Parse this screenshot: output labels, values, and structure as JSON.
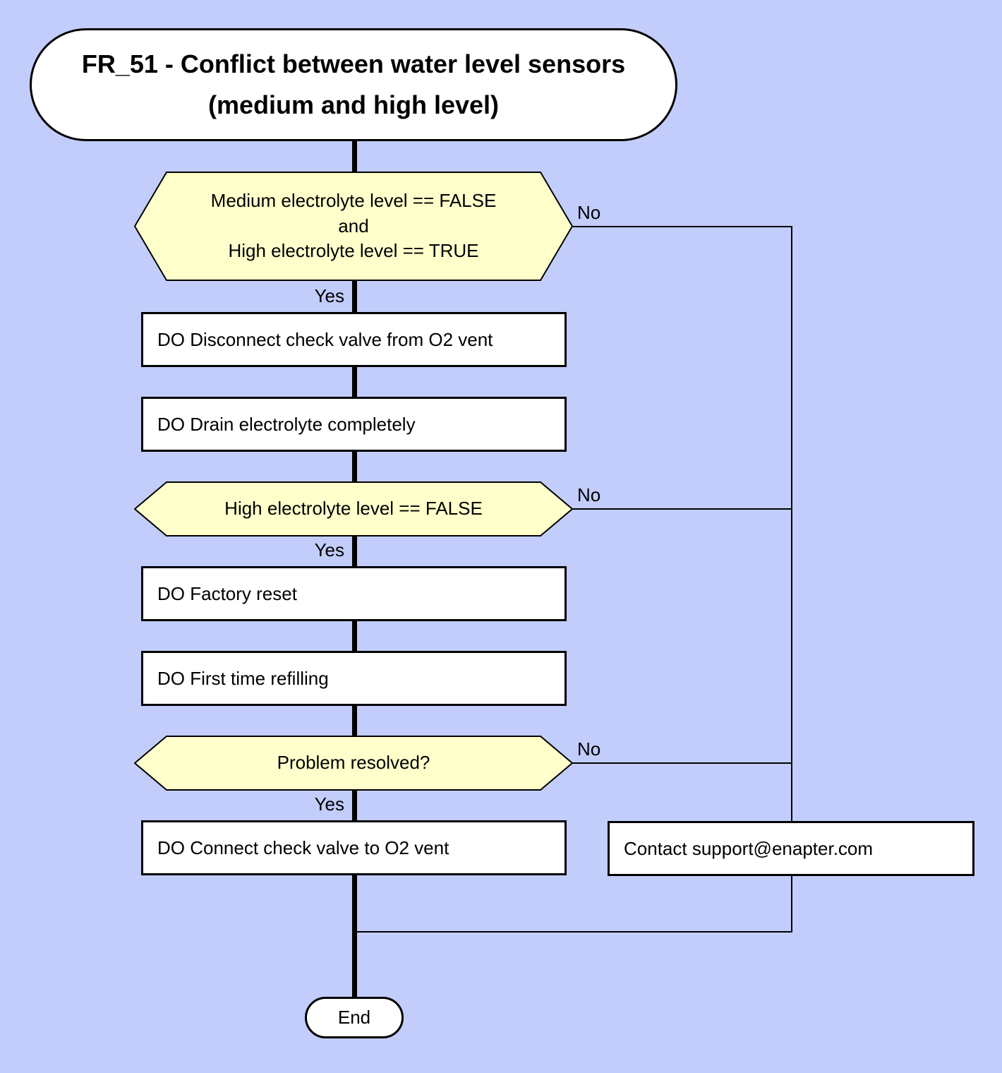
{
  "colors": {
    "background": "#c2cdfb",
    "decision_fill": "#ffffcc",
    "process_fill": "#ffffff",
    "line": "#000000",
    "text": "#000000"
  },
  "title": {
    "text": "FR_51 - Conflict between water level sensors (medium and high level)"
  },
  "decisions": [
    {
      "text": "Medium electrolyte level == FALSE\nand\nHigh electrolyte level == TRUE",
      "yes_label": "Yes",
      "no_label": "No"
    },
    {
      "text": "High electrolyte level == FALSE",
      "yes_label": "Yes",
      "no_label": "No"
    },
    {
      "text": "Problem resolved?",
      "yes_label": "Yes",
      "no_label": "No"
    }
  ],
  "processes": [
    {
      "text": "DO Disconnect check valve from O2 vent"
    },
    {
      "text": "DO Drain electrolyte completely"
    },
    {
      "text": "DO Factory reset"
    },
    {
      "text": "DO First time refilling"
    },
    {
      "text": "DO Connect check valve to O2 vent"
    },
    {
      "text": "Contact support@enapter.com"
    }
  ],
  "terminators": {
    "end": "End"
  }
}
